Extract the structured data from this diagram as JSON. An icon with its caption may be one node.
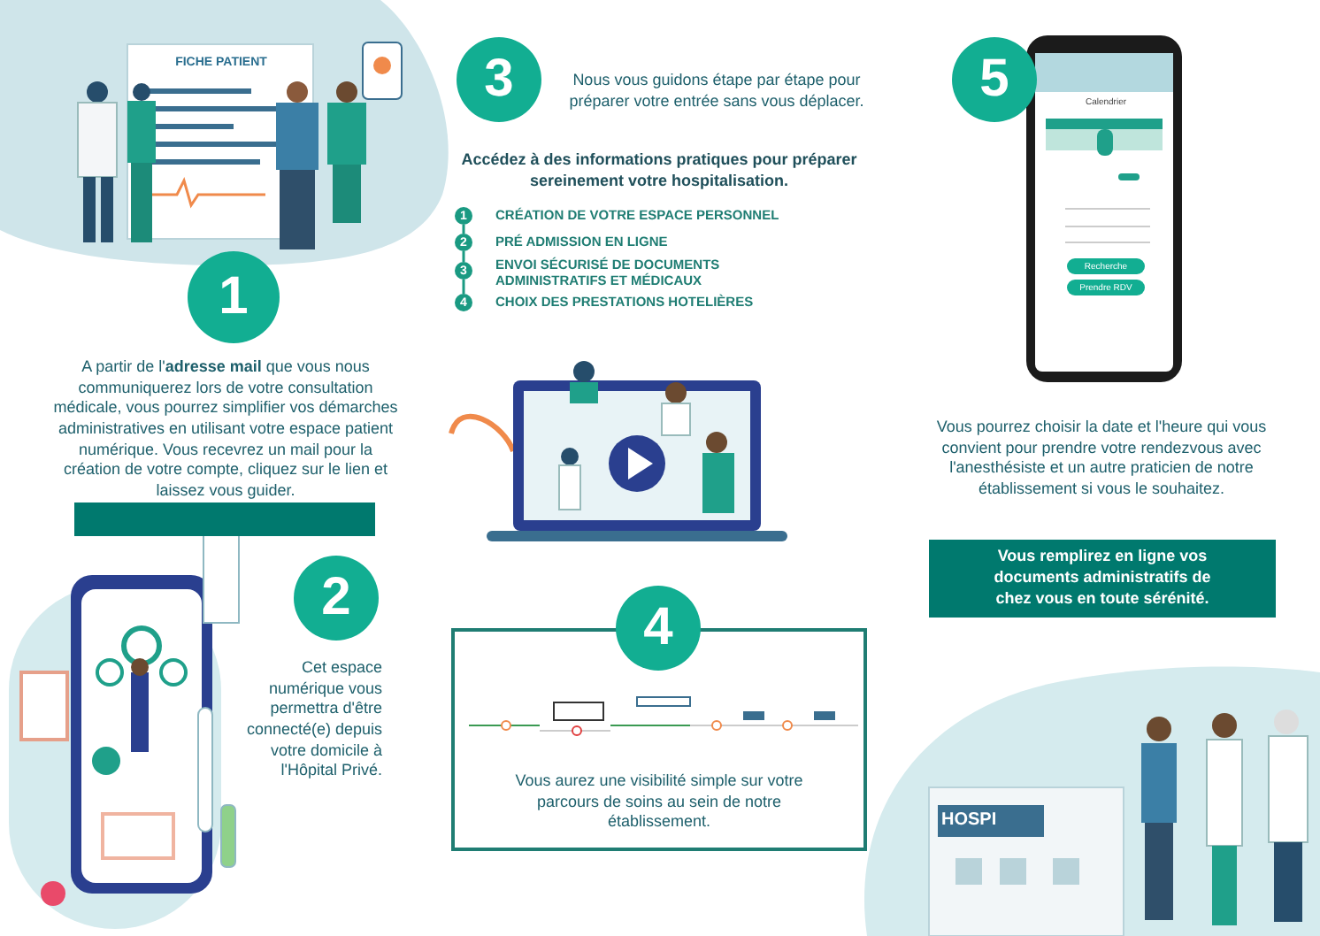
{
  "diagram": {
    "nodes": [
      {
        "text": [
          "1"
        ]
      },
      {
        "text": [],
        "shape": "bar"
      },
      {
        "text": [
          "2"
        ]
      },
      {
        "text": [
          "3"
        ]
      },
      {
        "text": [
          "1"
        ]
      },
      {
        "text": [
          "2"
        ]
      },
      {
        "text": [
          "3"
        ]
      },
      {
        "text": [
          "4"
        ]
      },
      {
        "text": [
          "Vous aurez une visibilité simple sur votre parcours de soins au sein de notre établissement."
        ]
      },
      {
        "text": [
          "4"
        ]
      },
      {
        "text": [
          "5"
        ]
      },
      {
        "text": [
          "Recherche"
        ]
      },
      {
        "text": [
          "Prendre RDV"
        ]
      },
      {
        "text": [
          "Vous remplirez en ligne vos documents administratifs de chez vous en toute sérénité."
        ]
      }
    ],
    "edges": [
      {
        "from": 4,
        "to": 5,
        "arrow": "none"
      },
      {
        "from": 5,
        "to": 6,
        "arrow": "none"
      },
      {
        "from": 6,
        "to": 7,
        "arrow": "none"
      }
    ],
    "labels": [
      "FICHE PATIENT",
      "A partir de l'**adresse mail** que vous nous communiquerez lors de votre consultation médicale, vous pourrez simplifier vos démarches administratives en utilisant votre espace patient numérique. Vous recevrez un mail pour la création de votre compte, cliquez sur le lien et laissez vous guider.",
      "Cet espace numérique vous permettra d'être connecté(e) depuis votre domicile à l'Hôpital Privé.",
      "Nous vous guidons étape par étape pour préparer votre entrée sans vous déplacer.",
      "Accédez à des informations pratiques pour préparer sereinement votre hospitalisation.",
      "CRÉATION DE VOTRE ESPACE PERSONNEL",
      "PRÉ ADMISSION EN LIGNE",
      "ENVOI SÉCURISÉ DE DOCUMENTS ADMINISTRATIFS ET MÉDICAUX",
      "CHOIX DES PRESTATIONS HOTELIÈRES",
      "Calendrier",
      "Vous pourrez choisir la date et l'heure qui vous convient pour prendre votre rendezvous avec l'anesthésiste et un autre praticien de notre établissement si vous le souhaitez.",
      "HOSPI"
    ]
  }
}
